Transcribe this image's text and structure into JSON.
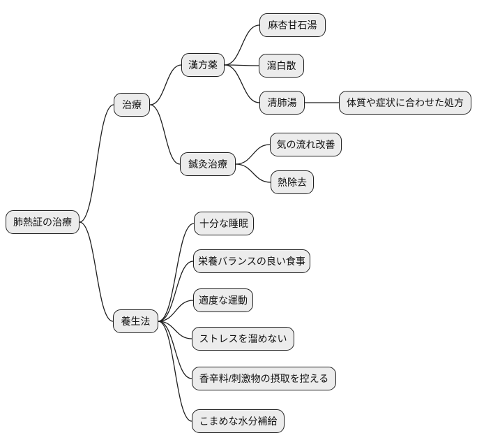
{
  "diagram": {
    "type": "mindmap",
    "background": "#ffffff",
    "colors": {
      "node_fill": "#ececec",
      "node_border": "#1f1f1f",
      "edge_line": "#1f1f1f",
      "text": "#111111"
    },
    "tree": {
      "label": "肺熱証の治療",
      "children": [
        {
          "label": "治療",
          "children": [
            {
              "label": "漢方薬",
              "children": [
                {
                  "label": "麻杏甘石湯"
                },
                {
                  "label": "瀉白散"
                },
                {
                  "label": "清肺湯",
                  "children": [
                    {
                      "label": "体質や症状に合わせた処方"
                    }
                  ]
                }
              ]
            },
            {
              "label": "鍼灸治療",
              "children": [
                {
                  "label": "気の流れ改善"
                },
                {
                  "label": "熱除去"
                }
              ]
            }
          ]
        },
        {
          "label": "養生法",
          "children": [
            {
              "label": "十分な睡眠"
            },
            {
              "label": "栄養バランスの良い食事"
            },
            {
              "label": "適度な運動"
            },
            {
              "label": "ストレスを溜めない"
            },
            {
              "label": "香辛料/刺激物の摂取を控える"
            },
            {
              "label": "こまめな水分補給"
            }
          ]
        }
      ]
    }
  }
}
